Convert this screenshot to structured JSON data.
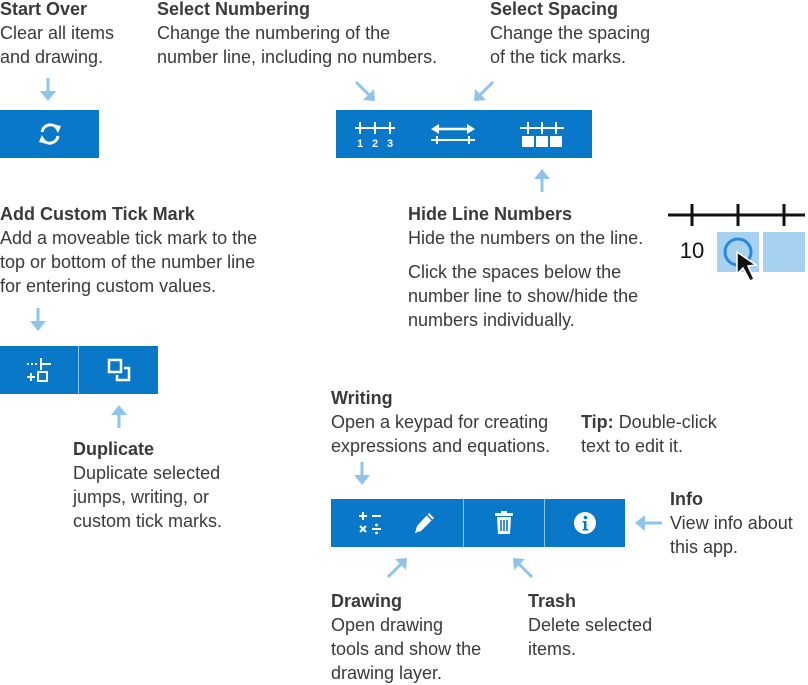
{
  "start_over": {
    "title": "Start Over",
    "desc1": "Clear all items",
    "desc2": "and drawing."
  },
  "select_numbering": {
    "title": "Select Numbering",
    "desc1": "Change the numbering of the",
    "desc2": "number line, including no numbers."
  },
  "select_spacing": {
    "title": "Select Spacing",
    "desc1": "Change the spacing",
    "desc2": "of the tick marks."
  },
  "add_custom_tick": {
    "title": "Add Custom Tick Mark",
    "desc1": "Add a moveable tick mark to the",
    "desc2": "top or bottom of the number line",
    "desc3": "for entering custom values."
  },
  "hide_line_numbers": {
    "title": "Hide Line Numbers",
    "desc1": "Hide the numbers on the line.",
    "desc2": "Click the spaces below the",
    "desc3": "number line to show/hide the",
    "desc4": "numbers individually."
  },
  "numbering_icon": {
    "n1": "1",
    "n2": "2",
    "n3": "3"
  },
  "example_value": "10",
  "duplicate": {
    "title": "Duplicate",
    "desc1": "Duplicate selected",
    "desc2": "jumps, writing, or",
    "desc3": "custom tick marks."
  },
  "writing": {
    "title": "Writing",
    "desc1": "Open a keypad for creating",
    "desc2": "expressions and equations."
  },
  "tip": {
    "label": "Tip:",
    "text1": "Double-click",
    "text2": "text to edit it."
  },
  "info": {
    "title": "Info",
    "desc1": "View info about",
    "desc2": "this app."
  },
  "drawing": {
    "title": "Drawing",
    "desc1": "Open drawing",
    "desc2": "tools and show the",
    "desc3": "drawing layer."
  },
  "trash": {
    "title": "Trash",
    "desc1": "Delete selected",
    "desc2": "items."
  },
  "colors": {
    "bar": "#0a78c8",
    "arrow": "#8fc4ea",
    "text": "#3a3a3a"
  }
}
